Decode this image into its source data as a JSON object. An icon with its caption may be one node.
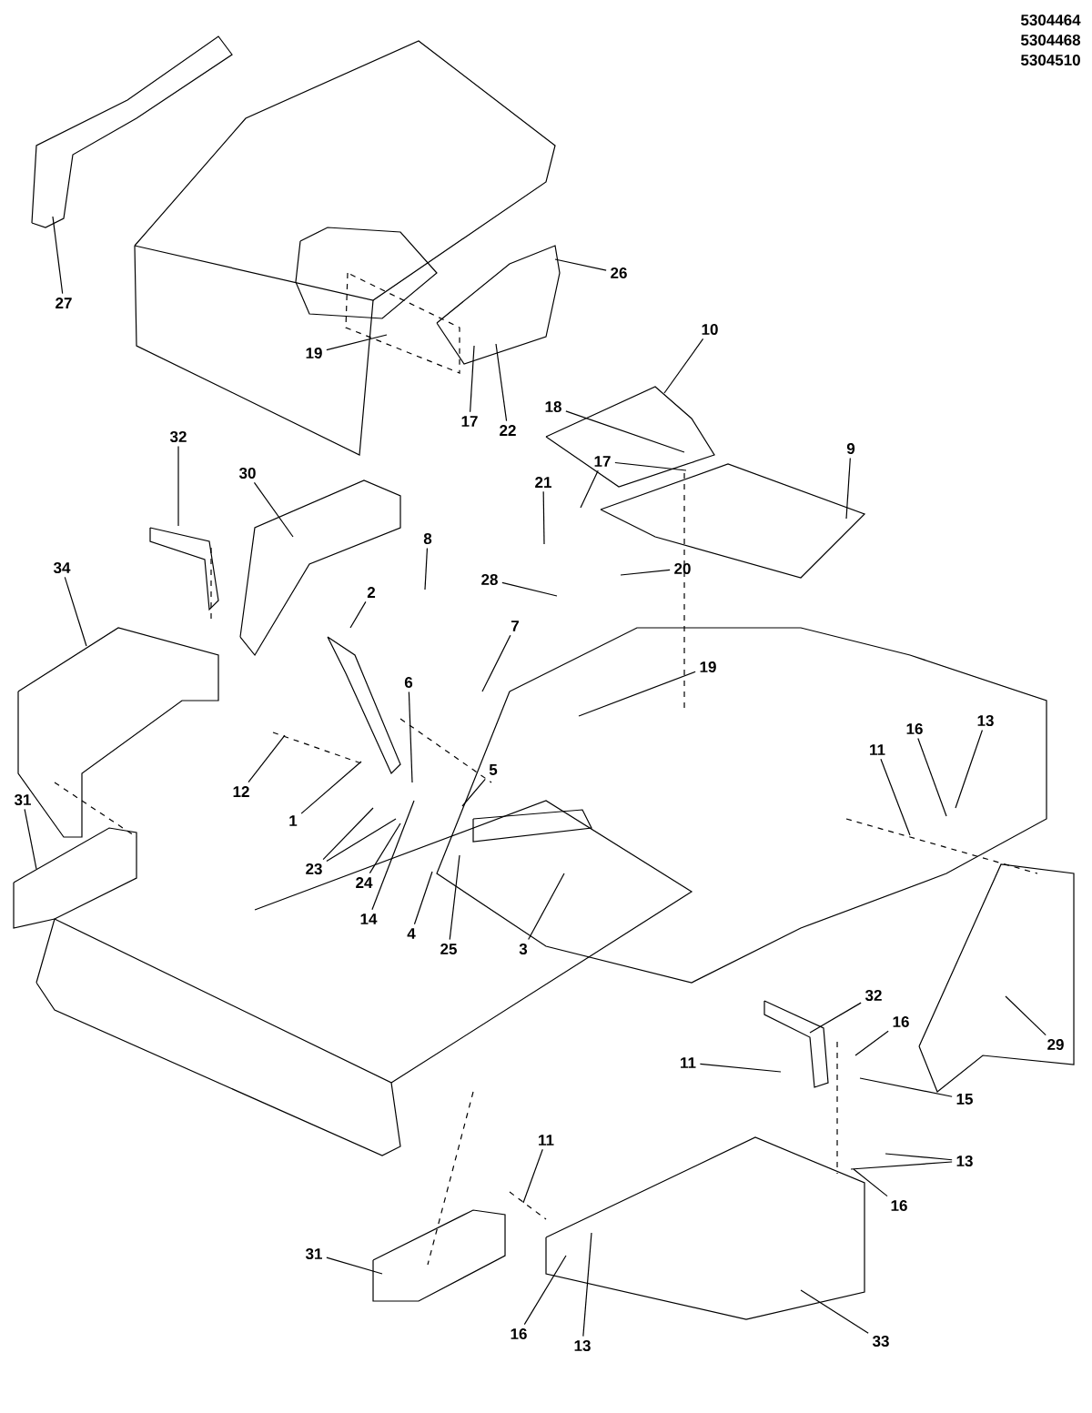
{
  "diagram": {
    "nodes": [
      {
        "text": [
          "27"
        ]
      },
      {
        "text": [
          "26"
        ]
      },
      {
        "text": [
          "19"
        ]
      },
      {
        "text": [
          "17"
        ]
      },
      {
        "text": [
          "22"
        ]
      },
      {
        "text": [
          "10"
        ]
      },
      {
        "text": [
          "18"
        ]
      },
      {
        "text": [
          "17"
        ]
      },
      {
        "text": [
          "9"
        ]
      },
      {
        "text": [
          "32"
        ]
      },
      {
        "text": [
          "30"
        ]
      },
      {
        "text": [
          "21"
        ]
      },
      {
        "text": [
          "8"
        ]
      },
      {
        "text": [
          "34"
        ]
      },
      {
        "text": [
          "28"
        ]
      },
      {
        "text": [
          "20"
        ]
      },
      {
        "text": [
          "2"
        ]
      },
      {
        "text": [
          "7"
        ]
      },
      {
        "text": [
          "19"
        ]
      },
      {
        "text": [
          "6"
        ]
      },
      {
        "text": [
          "13"
        ]
      },
      {
        "text": [
          "16"
        ]
      },
      {
        "text": [
          "11"
        ]
      },
      {
        "text": [
          "5"
        ]
      },
      {
        "text": [
          "12"
        ]
      },
      {
        "text": [
          "31"
        ]
      },
      {
        "text": [
          "1"
        ]
      },
      {
        "text": [
          "23"
        ]
      },
      {
        "text": [
          "24"
        ]
      },
      {
        "text": [
          "14"
        ]
      },
      {
        "text": [
          "4"
        ]
      },
      {
        "text": [
          "25"
        ]
      },
      {
        "text": [
          "3"
        ]
      },
      {
        "text": [
          "32"
        ]
      },
      {
        "text": [
          "16"
        ]
      },
      {
        "text": [
          "29"
        ]
      },
      {
        "text": [
          "11"
        ]
      },
      {
        "text": [
          "15"
        ]
      },
      {
        "text": [
          "11"
        ]
      },
      {
        "text": [
          "13"
        ]
      },
      {
        "text": [
          "16"
        ]
      },
      {
        "text": [
          "31"
        ]
      },
      {
        "text": [
          "16"
        ]
      },
      {
        "text": [
          "33"
        ]
      },
      {
        "text": [
          "13"
        ]
      }
    ],
    "edges": [
      {
        "from": 0,
        "to": null,
        "arrow": "none"
      },
      {
        "from": 1,
        "to": null,
        "arrow": "none"
      },
      {
        "from": 2,
        "to": null,
        "arrow": "none"
      },
      {
        "from": 3,
        "to": null,
        "arrow": "none"
      },
      {
        "from": 4,
        "to": null,
        "arrow": "none"
      },
      {
        "from": 5,
        "to": null,
        "arrow": "none"
      },
      {
        "from": 6,
        "to": null,
        "arrow": "none"
      },
      {
        "from": 7,
        "to": null,
        "arrow": "none"
      },
      {
        "from": 7,
        "to": null,
        "arrow": "none"
      },
      {
        "from": 8,
        "to": null,
        "arrow": "none"
      },
      {
        "from": 9,
        "to": null,
        "arrow": "none"
      },
      {
        "from": 10,
        "to": null,
        "arrow": "none"
      },
      {
        "from": 11,
        "to": null,
        "arrow": "none"
      },
      {
        "from": 12,
        "to": null,
        "arrow": "none"
      },
      {
        "from": 13,
        "to": null,
        "arrow": "none"
      },
      {
        "from": 14,
        "to": null,
        "arrow": "none"
      },
      {
        "from": 15,
        "to": null,
        "arrow": "none"
      },
      {
        "from": 16,
        "to": null,
        "arrow": "none"
      },
      {
        "from": 17,
        "to": null,
        "arrow": "none"
      },
      {
        "from": 18,
        "to": null,
        "arrow": "none"
      },
      {
        "from": 19,
        "to": null,
        "arrow": "none"
      },
      {
        "from": 20,
        "to": null,
        "arrow": "none"
      },
      {
        "from": 21,
        "to": null,
        "arrow": "none"
      },
      {
        "from": 22,
        "to": null,
        "arrow": "none"
      },
      {
        "from": 23,
        "to": null,
        "arrow": "none"
      },
      {
        "from": 24,
        "to": null,
        "arrow": "none"
      },
      {
        "from": 25,
        "to": null,
        "arrow": "none"
      },
      {
        "from": 26,
        "to": null,
        "arrow": "none"
      },
      {
        "from": 27,
        "to": null,
        "arrow": "none"
      },
      {
        "from": 27,
        "to": null,
        "arrow": "none"
      },
      {
        "from": 28,
        "to": null,
        "arrow": "none"
      },
      {
        "from": 29,
        "to": null,
        "arrow": "none"
      },
      {
        "from": 30,
        "to": null,
        "arrow": "none"
      },
      {
        "from": 31,
        "to": null,
        "arrow": "none"
      },
      {
        "from": 32,
        "to": null,
        "arrow": "none"
      },
      {
        "from": 33,
        "to": null,
        "arrow": "none"
      },
      {
        "from": 34,
        "to": null,
        "arrow": "none"
      },
      {
        "from": 35,
        "to": null,
        "arrow": "none"
      },
      {
        "from": 36,
        "to": null,
        "arrow": "none"
      },
      {
        "from": 37,
        "to": null,
        "arrow": "none"
      },
      {
        "from": 38,
        "to": null,
        "arrow": "none"
      },
      {
        "from": 39,
        "to": null,
        "arrow": "none"
      },
      {
        "from": 39,
        "to": null,
        "arrow": "none"
      },
      {
        "from": 40,
        "to": null,
        "arrow": "none"
      },
      {
        "from": 41,
        "to": null,
        "arrow": "none"
      },
      {
        "from": 42,
        "to": null,
        "arrow": "none"
      },
      {
        "from": 43,
        "to": null,
        "arrow": "none"
      },
      {
        "from": 44,
        "to": null,
        "arrow": "none"
      }
    ],
    "labels": [
      "5304464",
      "5304468",
      "5304510"
    ]
  }
}
